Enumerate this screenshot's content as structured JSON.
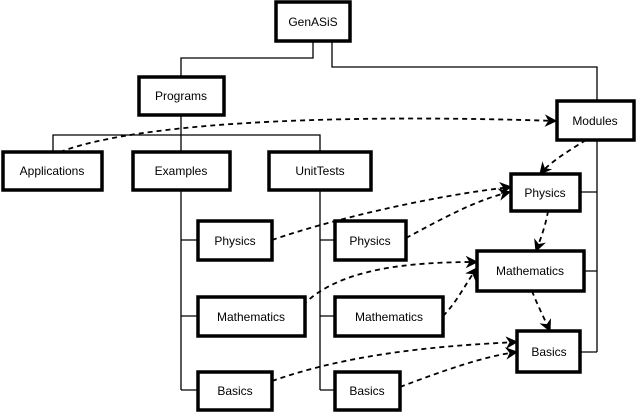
{
  "nodes": {
    "genasis": "GenASiS",
    "programs": "Programs",
    "modules": "Modules",
    "applications": "Applications",
    "examples": "Examples",
    "unittests": "UnitTests",
    "ex_physics": "Physics",
    "ex_mathematics": "Mathematics",
    "ex_basics": "Basics",
    "ut_physics": "Physics",
    "ut_mathematics": "Mathematics",
    "ut_basics": "Basics",
    "mod_physics": "Physics",
    "mod_mathematics": "Mathematics",
    "mod_basics": "Basics"
  },
  "colors": {
    "line": "#000000",
    "box_fill": "#ffffff",
    "background": "#ffffff"
  }
}
